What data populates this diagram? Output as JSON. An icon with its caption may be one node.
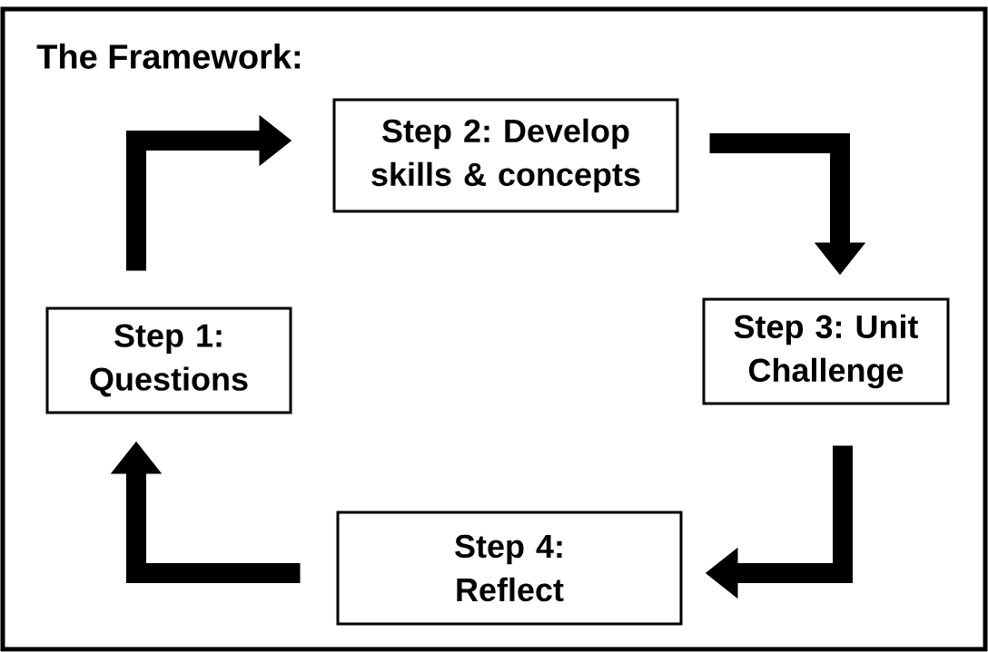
{
  "diagram": {
    "title": "The Framework:",
    "nodes": [
      {
        "text": [
          "Step 1: Questions"
        ]
      },
      {
        "text": [
          "Step 2: Develop skills & concepts"
        ]
      },
      {
        "text": [
          "Step 3: Unit Challenge"
        ]
      },
      {
        "text": [
          "Step 4: Reflect"
        ]
      }
    ],
    "edges": [
      {
        "from": 0,
        "to": 1,
        "arrow": "to"
      },
      {
        "from": 1,
        "to": 2,
        "arrow": "to"
      },
      {
        "from": 2,
        "to": 3,
        "arrow": "to"
      },
      {
        "from": 3,
        "to": 0,
        "arrow": "to"
      }
    ]
  }
}
